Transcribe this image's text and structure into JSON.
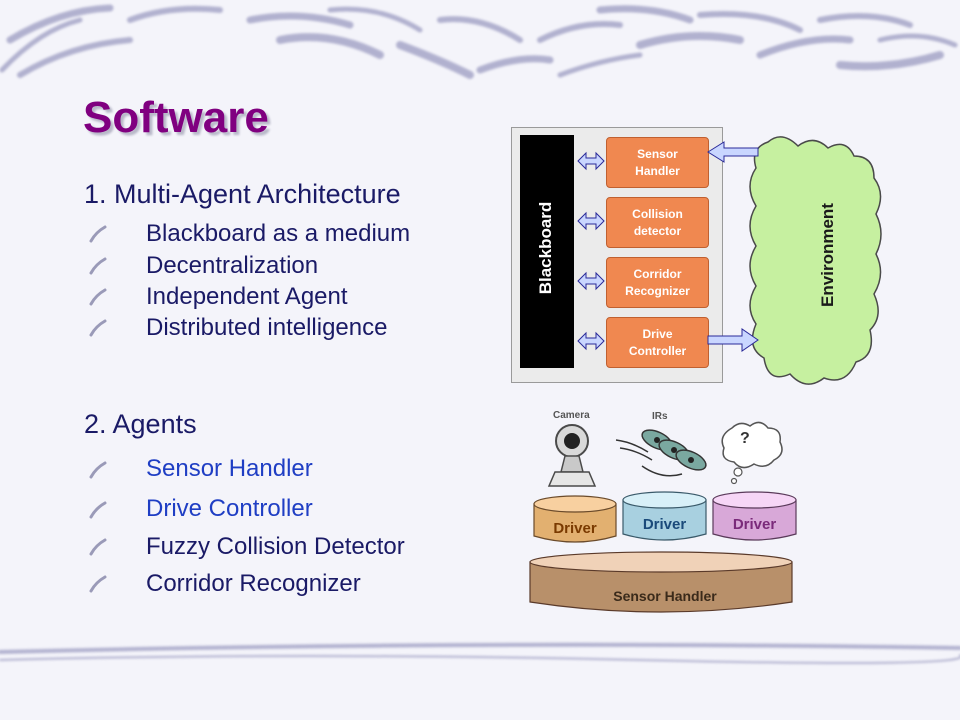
{
  "slide": {
    "title": "Software",
    "section1": {
      "heading": "1. Multi-Agent Architecture",
      "bullets": [
        "Blackboard as a medium",
        "Decentralization",
        "Independent Agent",
        "Distributed intelligence"
      ]
    },
    "section2": {
      "heading": "2. Agents",
      "bullets": [
        "Sensor Handler",
        "Drive Controller",
        "Fuzzy Collision Detector",
        "Corridor Recognizer"
      ]
    }
  },
  "diagram1": {
    "blackboard_label": "Blackboard",
    "environment_label": "Environment",
    "agents": [
      "Sensor\nHandler",
      "Collision\ndetector",
      "Corridor\nRecognizer",
      "Drive\nController"
    ]
  },
  "diagram2": {
    "camera_label": "Camera",
    "irs_label": "IRs",
    "thought_label": "?",
    "drivers": [
      "Driver",
      "Driver",
      "Driver"
    ],
    "base_label": "Sensor Handler"
  },
  "colors": {
    "title": "#800080",
    "heading": "#1a1a66",
    "agent_text_blue": "#1f3ec4",
    "agent_box": "#f08850",
    "environment": "#c6f0a0",
    "blackboard": "#000000"
  },
  "icons": [
    "bullet-stroke-icon",
    "camera-icon",
    "ir-sensor-icon",
    "thought-cloud-icon",
    "double-arrow-icon"
  ]
}
